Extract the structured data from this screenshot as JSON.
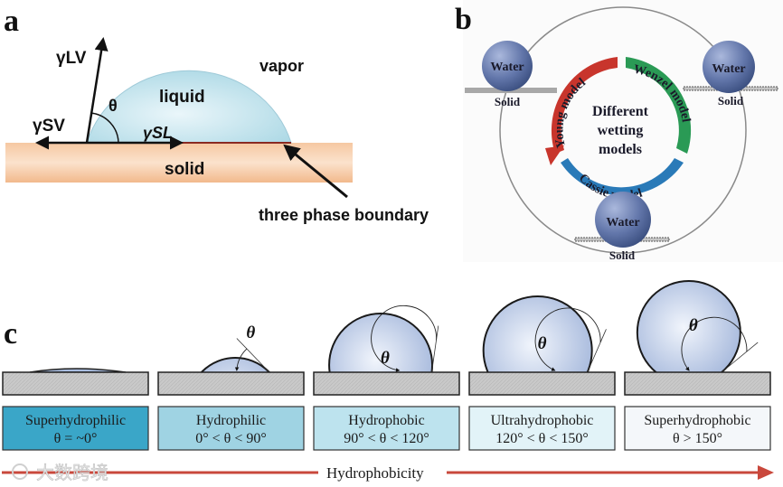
{
  "panel_a": {
    "label": "a",
    "gamma_lv": "γLV",
    "gamma_sv": "γSV",
    "gamma_sl": "γSL",
    "theta": "θ",
    "liquid": "liquid",
    "vapor": "vapor",
    "solid": "solid",
    "three_phase": "three phase boundary"
  },
  "panel_b": {
    "label": "b",
    "center_lines": [
      "Different",
      "wetting",
      "models"
    ],
    "young": "Young model",
    "wenzel": "Wenzel model",
    "cassie": "Cassie model",
    "water": "Water",
    "solid": "Solid",
    "colors": {
      "young": "#c8352c",
      "wenzel": "#2a9a55",
      "cassie": "#2a7ab8",
      "water": "#5a74a8"
    }
  },
  "panel_c": {
    "label": "c",
    "theta": "θ",
    "states": [
      {
        "name": "Superhydrophilic",
        "range": "θ = ~0°",
        "color": "#3aa6c8"
      },
      {
        "name": "Hydrophilic",
        "range": "0° < θ < 90°",
        "color": "#9fd3e3"
      },
      {
        "name": "Hydrophobic",
        "range": "90° < θ < 120°",
        "color": "#bde3ee"
      },
      {
        "name": "Ultrahydrophobic",
        "range": "120° < θ < 150°",
        "color": "#e2f3f8"
      },
      {
        "name": "Superhydrophobic",
        "range": "θ > 150°",
        "color": "#f4f7fa"
      }
    ],
    "axis_label": "Hydrophobicity",
    "arrow_color": "#c9483c"
  },
  "watermark": "大数跨境"
}
